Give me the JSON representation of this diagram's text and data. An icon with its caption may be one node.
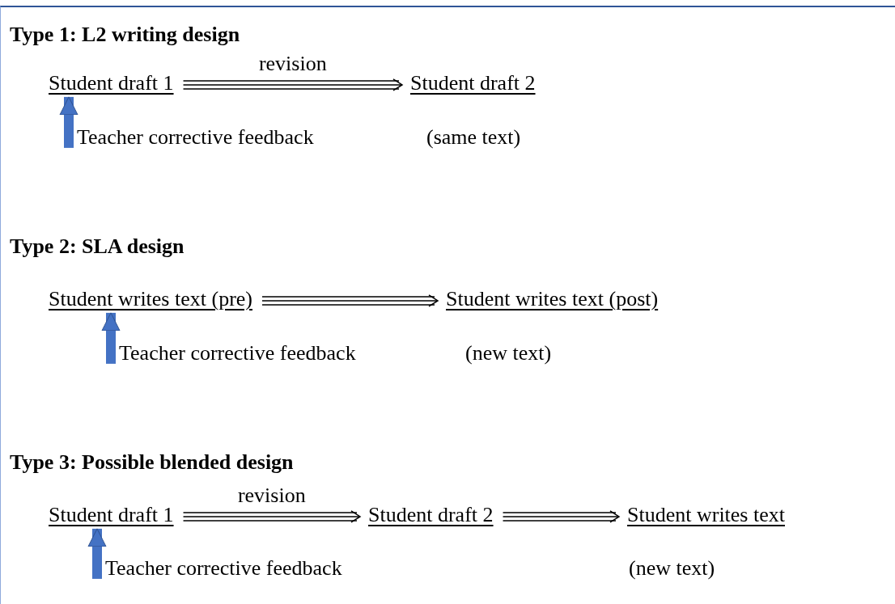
{
  "diagram": {
    "nodes": [
      {
        "text": [
          "Student draft 1"
        ]
      },
      {
        "text": [
          "Student draft 2"
        ],
        "beside": [
          "(same text)"
        ]
      },
      {
        "text": [
          "Teacher corrective feedback"
        ]
      },
      {
        "text": [
          "Student writes text (pre)"
        ]
      },
      {
        "text": [
          "Student writes text (post)"
        ],
        "beside": [
          "(new text)"
        ]
      },
      {
        "text": [
          "Teacher corrective feedback"
        ]
      },
      {
        "text": [
          "Student draft 1"
        ]
      },
      {
        "text": [
          "Student draft 2"
        ]
      },
      {
        "text": [
          "Student writes text"
        ],
        "beside": [
          "(new text)"
        ]
      },
      {
        "text": [
          "Teacher corrective feedback"
        ]
      }
    ],
    "edges": [
      {
        "from": 0,
        "to": 1,
        "arrow": "to",
        "label": "revision"
      },
      {
        "from": 2,
        "to": 0,
        "arrow": "to",
        "style": "thick",
        "color": "#4472c4"
      },
      {
        "from": 3,
        "to": 4,
        "arrow": "to"
      },
      {
        "from": 5,
        "to": 3,
        "arrow": "to",
        "style": "thick",
        "color": "#4472c4"
      },
      {
        "from": 6,
        "to": 7,
        "arrow": "to",
        "label": "revision"
      },
      {
        "from": 7,
        "to": 8,
        "arrow": "to"
      },
      {
        "from": 9,
        "to": 6,
        "arrow": "to",
        "style": "thick",
        "color": "#4472c4"
      }
    ],
    "labels": [
      "Type 1: L2 writing design",
      "Type 2: SLA design",
      "Type 3: Possible blended design"
    ]
  }
}
